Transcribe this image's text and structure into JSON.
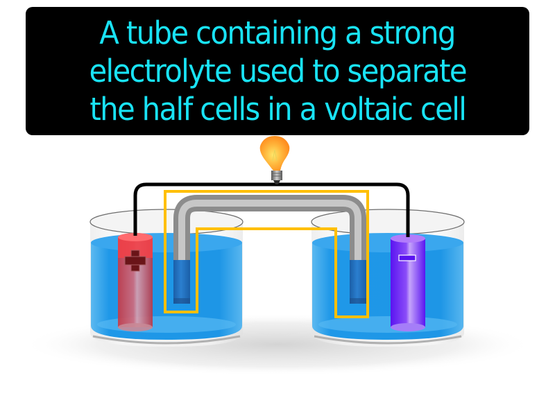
{
  "caption": {
    "lines": [
      "A tube containing a strong",
      "electrolyte used to separate",
      "the half cells in a voltaic cell"
    ]
  },
  "diagram": {
    "subject": "salt bridge",
    "left_electrode": {
      "sign": "+",
      "color": "#e8323c"
    },
    "right_electrode": {
      "sign": "−",
      "color": "#6a1cf5"
    },
    "solution_color": "#1e96e6",
    "highlight_color": "#ffbf00",
    "wire_color": "#000000",
    "bulb_color": "#ffa629",
    "colors": {
      "caption_bg": "#000000",
      "caption_text": "#19e3f6"
    }
  }
}
